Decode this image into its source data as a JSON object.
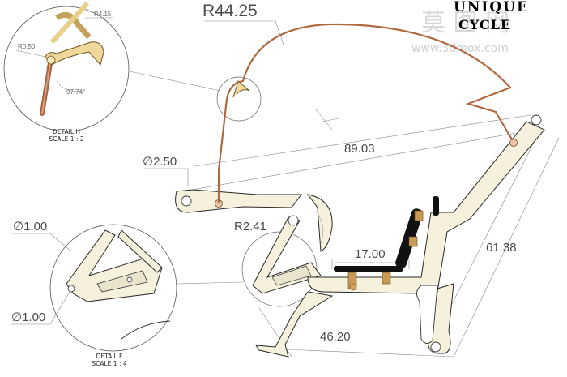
{
  "watermark": {
    "chinese": "莫 图 网",
    "url": "www.3dmox.com",
    "brand_line1": "UNIQUE",
    "brand_line2": "CYCLE"
  },
  "dimensions": {
    "r44": "R44.25",
    "d250": "∅2.50",
    "l8903": "89.03",
    "r241": "R2.41",
    "l1700": "17.00",
    "l6138": "61.38",
    "l4620": "46.20",
    "d100a": "∅1.00",
    "d100b": "∅1.00"
  },
  "detail_h": {
    "r415": "R4.15",
    "r050": "R0.50",
    "angle": "97.74°",
    "title": "DETAIL H",
    "scale": "SCALE 1 : 2"
  },
  "detail_f": {
    "title": "DETAIL F",
    "scale": "SCALE 1 : 4"
  }
}
